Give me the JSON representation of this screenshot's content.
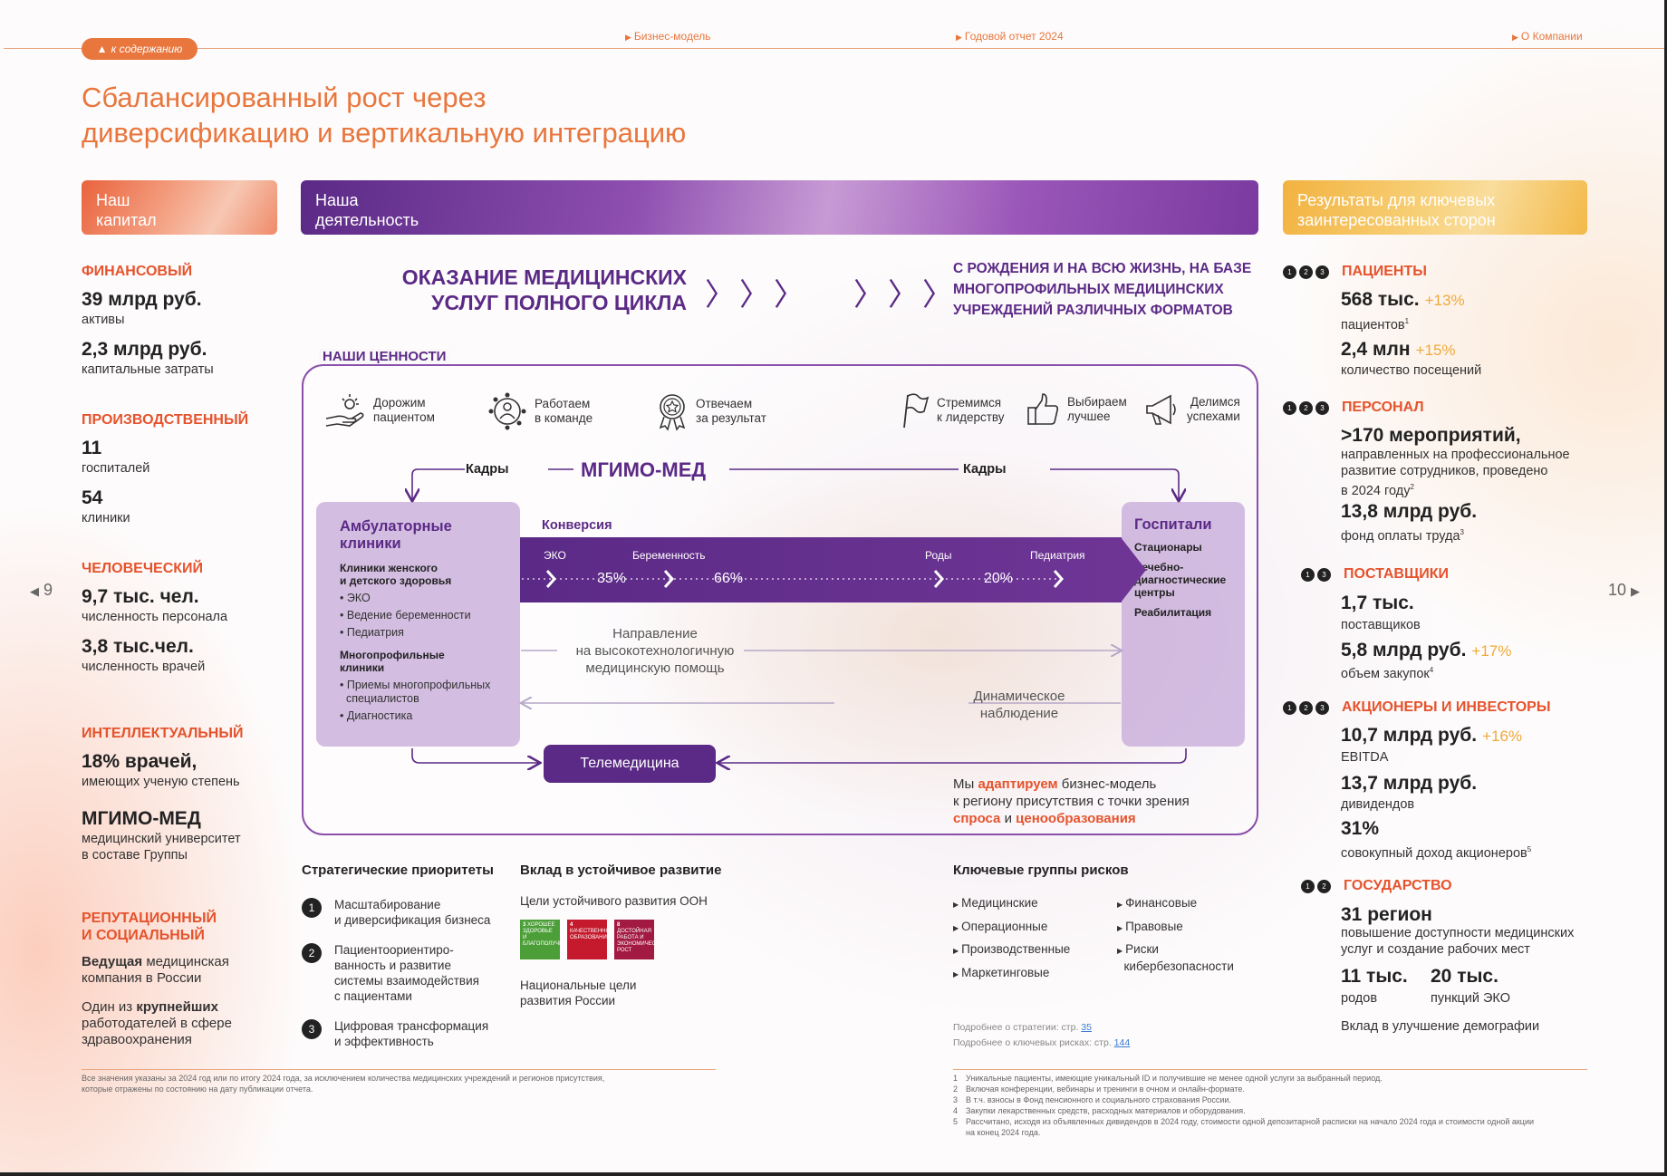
{
  "nav": {
    "back": "к содержанию",
    "links": [
      "Бизнес-модель",
      "Годовой отчет 2024",
      "О Компании"
    ]
  },
  "title": {
    "line1": "Сбалансированный рост через",
    "line2": "диверсификацию и вертикальную интеграцию"
  },
  "banners": {
    "capital": [
      "Наш",
      "капитал"
    ],
    "activity": [
      "Наша",
      "деятельность"
    ],
    "results": [
      "Результаты для ключевых",
      "заинтересованных сторон"
    ]
  },
  "capitals": {
    "fin": {
      "h": "ФИНАНСОВЫЙ",
      "v1": "39 млрд руб.",
      "l1": "активы",
      "v2": "2,3 млрд руб.",
      "l2": "капитальные затраты"
    },
    "prod": {
      "h": "ПРОИЗВОДСТВЕННЫЙ",
      "v1": "11",
      "l1": "госпиталей",
      "v2": "54",
      "l2": "клиники"
    },
    "hum": {
      "h": "ЧЕЛОВЕЧЕСКИЙ",
      "v1": "9,7 тыс. чел.",
      "l1": "численность персонала",
      "v2": "3,8 тыс.чел.",
      "l2": "численность врачей"
    },
    "int": {
      "h": "ИНТЕЛЛЕКТУАЛЬНЫЙ",
      "v1": "18% врачей,",
      "l1": "имеющих ученую степень",
      "v2": "МГИМО-МЕД",
      "l2a": "медицинский университет",
      "l2b": "в составе Группы"
    },
    "rep": {
      "h1": "РЕПУТАЦИОННЫЙ",
      "h2": "И СОЦИАЛЬНЫЙ",
      "a_b": "Ведущая",
      "a_t": " медицинская",
      "a_2": "компания в России",
      "b_t": "Один из ",
      "b_b": "крупнейших",
      "b_2": "работодателей в сфере",
      "b_3": "здравоохранения"
    }
  },
  "pages": {
    "left": "9",
    "right": "10"
  },
  "activity": {
    "service": [
      "ОКАЗАНИЕ МЕДИЦИНСКИХ",
      "УСЛУГ ПОЛНОГО ЦИКЛА"
    ],
    "lifelong": [
      "С РОЖДЕНИЯ И НА ВСЮ ЖИЗНЬ, НА БАЗЕ",
      "МНОГОПРОФИЛЬНЫХ МЕДИЦИНСКИХ",
      "УЧРЕЖДЕНИЙ РАЗЛИЧНЫХ ФОРМАТОВ"
    ],
    "values_label": "НАШИ ЦЕННОСТИ",
    "values": [
      [
        "Дорожим",
        "пациентом"
      ],
      [
        "Работаем",
        "в команде"
      ],
      [
        "Отвечаем",
        "за результат"
      ],
      [
        "Стремимся",
        "к лидерству"
      ],
      [
        "Выбираем",
        "лучшее"
      ],
      [
        "Делимся",
        "успехами"
      ]
    ],
    "cadre": "Кадры",
    "mgimo": "МГИМО-МЕД",
    "amb": {
      "h": [
        "Амбулаторные",
        "клиники"
      ],
      "t1": [
        "Клиники женского",
        "и детского здоровья"
      ],
      "l1": [
        "ЭКО",
        "Ведение беременности",
        "Педиатрия"
      ],
      "t2": [
        "Многопрофильные",
        "клиники"
      ],
      "l2": [
        [
          "Приемы многопрофильных",
          "специалистов"
        ],
        [
          "Диагностика"
        ]
      ]
    },
    "hosp": {
      "h": "Госпитали",
      "items": [
        [
          "Стационары"
        ],
        [
          "Лечебно-",
          "диагностические",
          "центры"
        ],
        [
          "Реабилитация"
        ]
      ]
    },
    "conversion": "Конверсия",
    "stages": [
      "ЭКО",
      "Беременность",
      "Роды",
      "Педиатрия"
    ],
    "pcts": [
      "35%",
      "66%",
      "20%"
    ],
    "direction": [
      "Направление",
      "на высокотехнологичную",
      "медицинскую помощь"
    ],
    "dynamic": [
      "Динамическое",
      "наблюдение"
    ],
    "tele": "Телемедицина",
    "adapt": {
      "l1a": "Мы ",
      "l1b": "адаптируем",
      "l1c": " бизнес-модель",
      "l2": "к региону присутствия с точки зрения",
      "l3a": "спроса",
      "l3b": " и ",
      "l3c": "ценообразования"
    }
  },
  "priorities": {
    "h": "Стратегические приоритеты",
    "items": [
      [
        "Масштабирование",
        "и диверсификация бизнеса"
      ],
      [
        "Пациентоориентиро-",
        "ванность и развитие",
        "системы взаимодействия",
        "с пациентами"
      ],
      [
        "Цифровая трансформация",
        "и эффективность"
      ]
    ]
  },
  "sustain": {
    "h": "Вклад в устойчивое развитие",
    "sub": "Цели устойчивого развития ООН",
    "sdg": [
      {
        "n": "3",
        "t": "ХОРОШЕЕ ЗДОРОВЬЕ И БЛАГОПОЛУЧИЕ",
        "c": "#4c9f38"
      },
      {
        "n": "4",
        "t": "КАЧЕСТВЕННОЕ ОБРАЗОВАНИЕ",
        "c": "#c5192d"
      },
      {
        "n": "8",
        "t": "ДОСТОЙНАЯ РАБОТА И ЭКОНОМИЧЕСКИЙ РОСТ",
        "c": "#a21942"
      }
    ],
    "nat": [
      "Национальные цели",
      "развития России"
    ]
  },
  "risks": {
    "h": "Ключевые группы рисков",
    "col1": [
      "Медицинские",
      "Операционные",
      "Производственные",
      "Маркетинговые"
    ],
    "col2": [
      [
        "Финансовые"
      ],
      [
        "Правовые"
      ],
      [
        "Риски",
        "кибербезопасности"
      ]
    ]
  },
  "more": {
    "strat": "Подробнее о стратегии: стр. ",
    "strat_p": "35",
    "risk": "Подробнее о ключевых рисках: стр. ",
    "risk_p": "144"
  },
  "results": {
    "pat": {
      "dots": [
        "1",
        "2",
        "3"
      ],
      "h": "ПАЦИЕНТЫ",
      "v1": "568 тыс.",
      "g1": "+13%",
      "l1": "пациентов",
      "v2": "2,4 млн",
      "g2": "+15%",
      "l2": "количество посещений"
    },
    "staff": {
      "dots": [
        "1",
        "2",
        "3"
      ],
      "h": "ПЕРСОНАЛ",
      "v1": ">170 мероприятий,",
      "l1": [
        "направленных на профессиональное",
        "развитие сотрудников, проведено",
        "в 2024 году"
      ],
      "v2": "13,8 млрд руб.",
      "l2": "фонд оплаты труда"
    },
    "sup": {
      "dots": [
        "1",
        "3"
      ],
      "h": "ПОСТАВЩИКИ",
      "v1": "1,7 тыс.",
      "l1": "поставщиков",
      "v2": "5,8 млрд руб.",
      "g2": "+17%",
      "l2": "объем закупок"
    },
    "inv": {
      "dots": [
        "1",
        "2",
        "3"
      ],
      "h": "АКЦИОНЕРЫ И ИНВЕСТОРЫ",
      "v1": "10,7 млрд руб.",
      "g1": "+16%",
      "l1": "EBITDA",
      "v2": "13,7 млрд руб.",
      "l2": "дивидендов",
      "v3": "31%",
      "l3": "совокупный доход акционеров"
    },
    "gov": {
      "dots": [
        "1",
        "2"
      ],
      "h": "ГОСУДАРСТВО",
      "v1": "31 регион",
      "l1": [
        "повышение доступности медицинских",
        "услуг и создание рабочих мест"
      ],
      "v2": "11 тыс.",
      "l2": "родов",
      "v3": "20 тыс.",
      "l3": "пункций ЭКО",
      "l4": "Вклад в улучшение демографии"
    }
  },
  "footnotes": {
    "left": [
      "Все значения указаны за 2024 год или по итогу 2024 года, за исключением количества медицинских учреждений и регионов присутствия,",
      "которые отражены по состоянию на дату публикации отчета."
    ],
    "right": [
      [
        "1",
        "Уникальные пациенты, имеющие уникальный ID и получившие не менее одной услуги за выбранный период."
      ],
      [
        "2",
        "Включая конференции, вебинары и тренинги в очном и онлайн-формате."
      ],
      [
        "3",
        "В т.ч. взносы в Фонд пенсионного и социального страхования России."
      ],
      [
        "4",
        "Закупки лекарственных средств, расходных материалов и оборудования."
      ],
      [
        "5",
        "Рассчитано, исходя из объявленных дивидендов в 2024 году, стоимости одной депозитарной расписки на начало 2024 года и стоимости одной акции"
      ],
      [
        "",
        "на конец 2024 года."
      ]
    ]
  }
}
